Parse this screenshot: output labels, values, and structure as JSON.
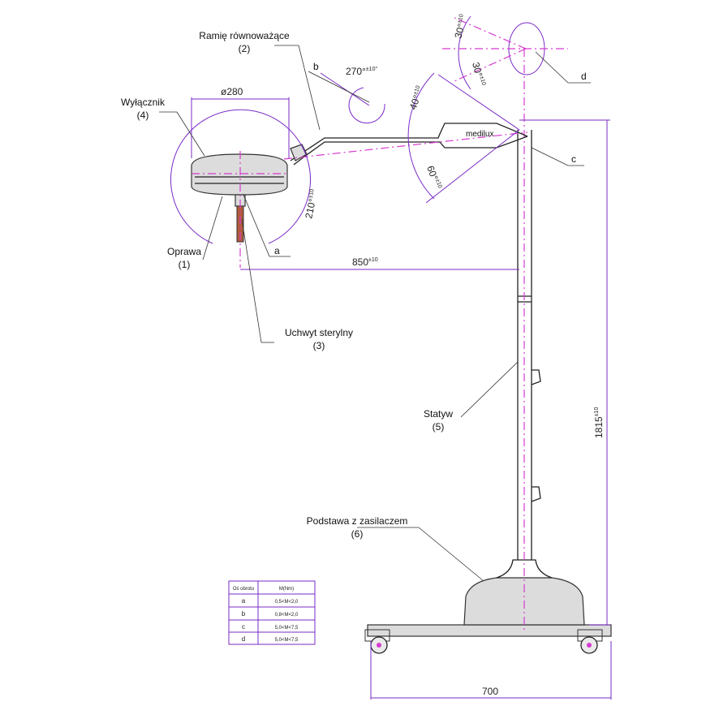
{
  "labels": {
    "arm": {
      "name": "Ramię równoważące",
      "num": "(2)"
    },
    "switch": {
      "name": "Wyłącznik",
      "num": "(4)"
    },
    "lamp": {
      "name": "Oprawa",
      "num": "(1)"
    },
    "handle": {
      "name": "Uchwyt sterylny",
      "num": "(3)"
    },
    "stand": {
      "name": "Statyw",
      "num": "(5)"
    },
    "base": {
      "name": "Podstawa z zasilaczem",
      "num": "(6)"
    },
    "brand": "medilux"
  },
  "dimensions": {
    "diameter": "ø280",
    "reach": "850",
    "reach_tol": "±10",
    "height": "1815",
    "height_tol": "±10",
    "width": "700",
    "angle_b": "270°",
    "angle_b_tol": "±10°",
    "angle_a": "210°",
    "angle_a_tol": "±10",
    "angle_up": "40°",
    "angle_up_tol": "±10",
    "angle_down": "60°",
    "angle_down_tol": "±10",
    "angle_d1": "30°",
    "angle_d1_tol": "±10",
    "angle_d2": "30°",
    "angle_d2_tol": "±10"
  },
  "axes": {
    "a": "a",
    "b": "b",
    "c": "c",
    "d": "d"
  },
  "table": {
    "headers": [
      "Oś obrotu",
      "M(Nm)"
    ],
    "rows": [
      [
        "a",
        "0,5<M<2,0"
      ],
      [
        "b",
        "0,8<M<2,0"
      ],
      [
        "c",
        "5,0<M<7,5"
      ],
      [
        "d",
        "5,0<M<7,5"
      ]
    ]
  }
}
